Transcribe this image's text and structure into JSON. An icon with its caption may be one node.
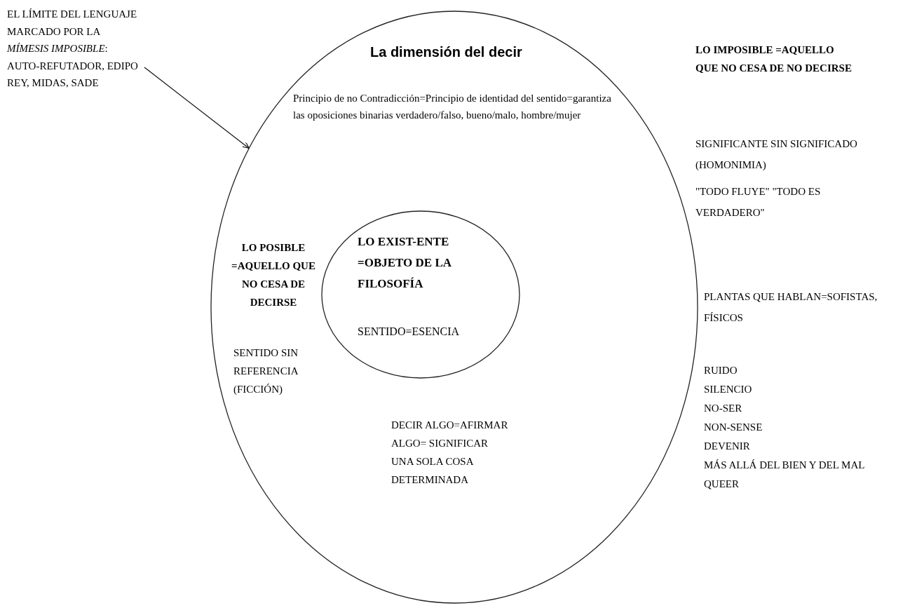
{
  "diagram": {
    "nodes": [
      {
        "text": [
          "La dimensión del decir",
          "Principio de no Contradicción=Principio de identidad del sentido=garantiza las oposiciones binarias verdadero/falso, bueno/malo, hombre/mujer",
          "LO POSIBLE =AQUELLO QUE NO CESA DE DECIRSE",
          "SENTIDO SIN REFERENCIA (FICCIÓN)",
          "DECIR ALGO=AFIRMAR ALGO= SIGNIFICAR UNA SOLA COSA DETERMINADA"
        ]
      },
      {
        "text": [
          "LO EXIST-ENTE =OBJETO DE LA FILOSOFÍA",
          "SENTIDO=ESENCIA"
        ],
        "in": 0
      },
      {
        "text": [
          "EL LÍMITE DEL LENGUAJE MARCADO POR LA *MÍMESIS IMPOSIBLE*: AUTO-REFUTADOR, EDIPO REY, MIDAS, SADE"
        ]
      }
    ],
    "edges": [
      {
        "from": 2,
        "to": 0,
        "arrow": "to"
      }
    ],
    "labels": [
      "LO IMPOSIBLE =AQUELLO QUE NO CESA DE NO DECIRSE",
      "SIGNIFICANTE SIN SIGNIFICADO (HOMONIMIA)",
      "\"TODO FLUYE\" \"TODO ES VERDADERO\"",
      "PLANTAS QUE HABLAN=SOFISTAS, FÍSICOS",
      "RUIDO",
      "SILENCIO",
      "NO-SER",
      "NON-SENSE",
      "DEVENIR",
      "MÁS ALLÁ DEL BIEN Y DEL MAL",
      "QUEER"
    ]
  }
}
